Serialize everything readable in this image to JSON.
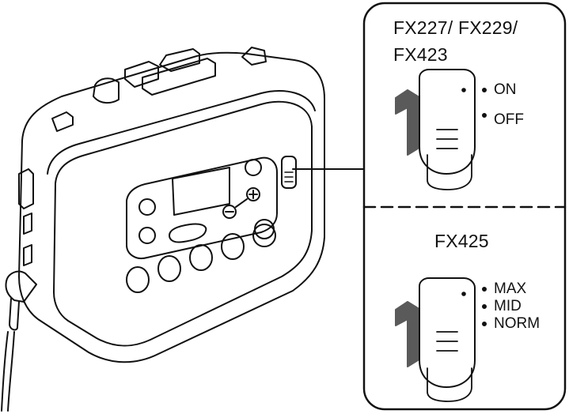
{
  "panel_top": {
    "models_line1": "FX227/ FX229/",
    "models_line2": "FX423",
    "positions": [
      "ON",
      "OFF"
    ]
  },
  "panel_bottom": {
    "model": "FX425",
    "positions": [
      "MAX",
      "MID",
      "NORM"
    ]
  }
}
